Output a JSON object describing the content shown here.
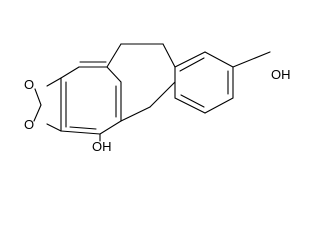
{
  "molecule": {
    "atoms": {
      "oxygen_top": "O",
      "oxygen_bottom": "O",
      "hydroxyl_bottom": "OH",
      "hydroxyl_right": "OH"
    }
  },
  "colors": {
    "bond": "#000000",
    "label": "#000000",
    "background": "#ffffff"
  }
}
